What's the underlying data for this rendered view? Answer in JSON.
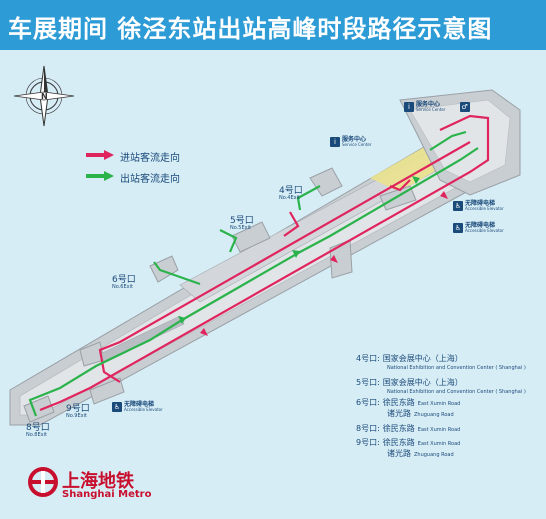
{
  "header": {
    "title": "车展期间 徐泾东站出站高峰时段路径示意图"
  },
  "compass": {
    "north_label": "N"
  },
  "legend": {
    "items": [
      {
        "label": "进站客流走向",
        "color": "#e0245e"
      },
      {
        "label": "出站客流走向",
        "color": "#2bb34b"
      }
    ]
  },
  "exits": {
    "exit4": {
      "cn": "4号口",
      "en": "No.4Exit"
    },
    "exit5": {
      "cn": "5号口",
      "en": "No.5Exit"
    },
    "exit6": {
      "cn": "6号口",
      "en": "No.6Exit"
    },
    "exit8": {
      "cn": "8号口",
      "en": "No.8Exit"
    },
    "exit9": {
      "cn": "9号口",
      "en": "No.9Exit"
    }
  },
  "facilities": {
    "service_top": {
      "cn": "服务中心",
      "en": "Service Center"
    },
    "service_mid": {
      "cn": "服务中心",
      "en": "Service Center"
    },
    "elevator_a": {
      "cn": "无障碍电梯",
      "en": "Accessible Elevator"
    },
    "elevator_b": {
      "cn": "无障碍电梯",
      "en": "Accessible Elevator"
    },
    "elevator_c": {
      "cn": "无障碍电梯",
      "en": "Accessible Elevator"
    }
  },
  "destinations": [
    {
      "exit": "4号口:",
      "cn": "国家会展中心（上海）",
      "en": "National Exhibition and Convention Center ( Shanghai )"
    },
    {
      "exit": "5号口:",
      "cn": "国家会展中心（上海）",
      "en": "National Exhibition and Convention Center ( Shanghai )"
    },
    {
      "exit": "6号口:",
      "cn": "徐民东路",
      "en": "East Xumin Road"
    },
    {
      "exit": "",
      "cn": "诸光路",
      "en": "Zhuguang Road"
    },
    {
      "exit": "8号口:",
      "cn": "徐民东路",
      "en": "East Xumin Road"
    },
    {
      "exit": "9号口:",
      "cn": "徐民东路",
      "en": "East Xumin Road"
    },
    {
      "exit": "",
      "cn": "诸光路",
      "en": "Zhuguang Road"
    }
  ],
  "colors": {
    "header_bg": "#2d9bd6",
    "map_bg": "#d7edf6",
    "inbound": "#e0245e",
    "outbound": "#2bb34b",
    "text": "#1a4a7a",
    "logo_red": "#c8102e"
  },
  "logo": {
    "cn": "上海地铁",
    "en": "Shanghai Metro"
  }
}
